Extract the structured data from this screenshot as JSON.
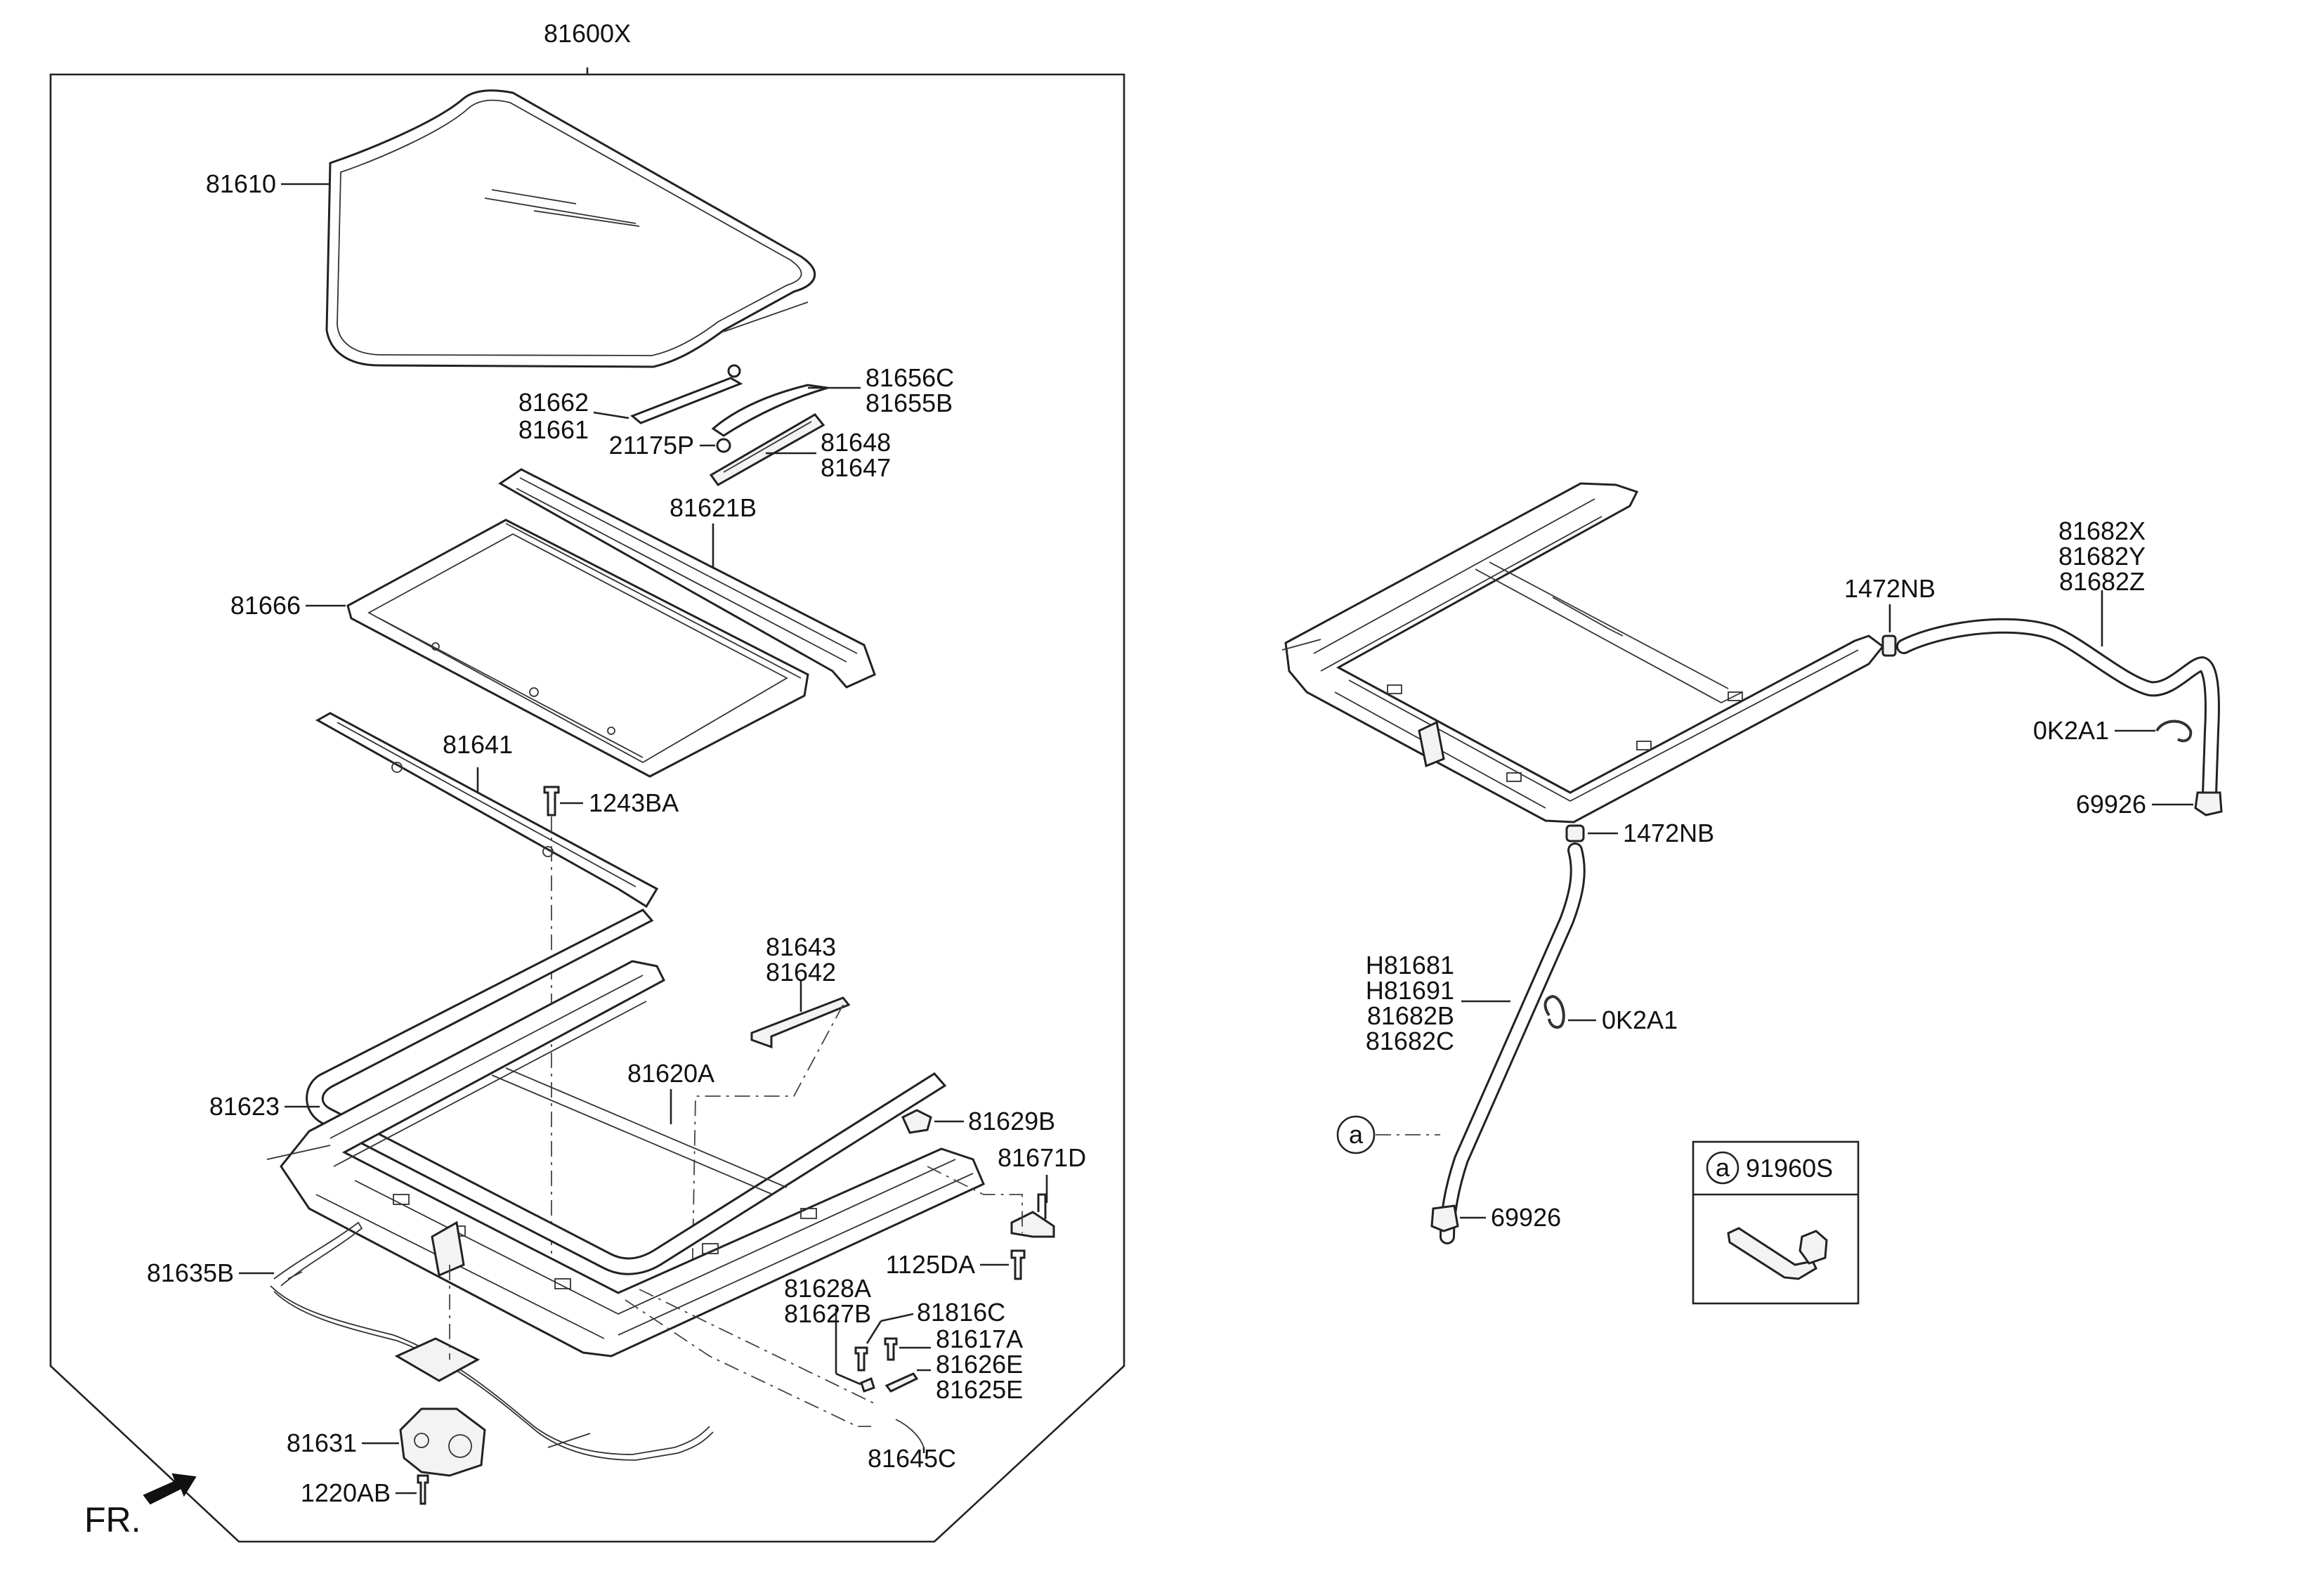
{
  "diagram": {
    "orientation_label": "FR.",
    "assembly_label": "81600X",
    "callouts": {
      "c81610": "81610",
      "c81662": "81662",
      "c81661": "81661",
      "c81656C": "81656C",
      "c81655B": "81655B",
      "c21175P": "21175P",
      "c81648": "81648",
      "c81647": "81647",
      "c81621B": "81621B",
      "c81666": "81666",
      "c81641": "81641",
      "c1243BA": "1243BA",
      "c81643": "81643",
      "c81642": "81642",
      "c81620A": "81620A",
      "c81623": "81623",
      "c81629B": "81629B",
      "c81671D": "81671D",
      "c1125DA": "1125DA",
      "c81635B": "81635B",
      "c81628A": "81628A",
      "c81627B": "81627B",
      "c81816C": "81816C",
      "c81617A": "81617A",
      "c81626E": "81626E",
      "c81625E": "81625E",
      "c81631": "81631",
      "c81645C": "81645C",
      "c1220AB": "1220AB",
      "c1472NB_top": "1472NB",
      "c81682X": "81682X",
      "c81682Y": "81682Y",
      "c81682Z": "81682Z",
      "c0K2A1_top": "0K2A1",
      "c69926_top": "69926",
      "c1472NB_mid": "1472NB",
      "cH81681": "H81681",
      "cH81691": "H81691",
      "c81682B": "81682B",
      "c81682C": "81682C",
      "c0K2A1_mid": "0K2A1",
      "c69926_bot": "69926",
      "ref_a": "a"
    },
    "detail_box": {
      "ref": "a",
      "part": "91960S"
    }
  }
}
